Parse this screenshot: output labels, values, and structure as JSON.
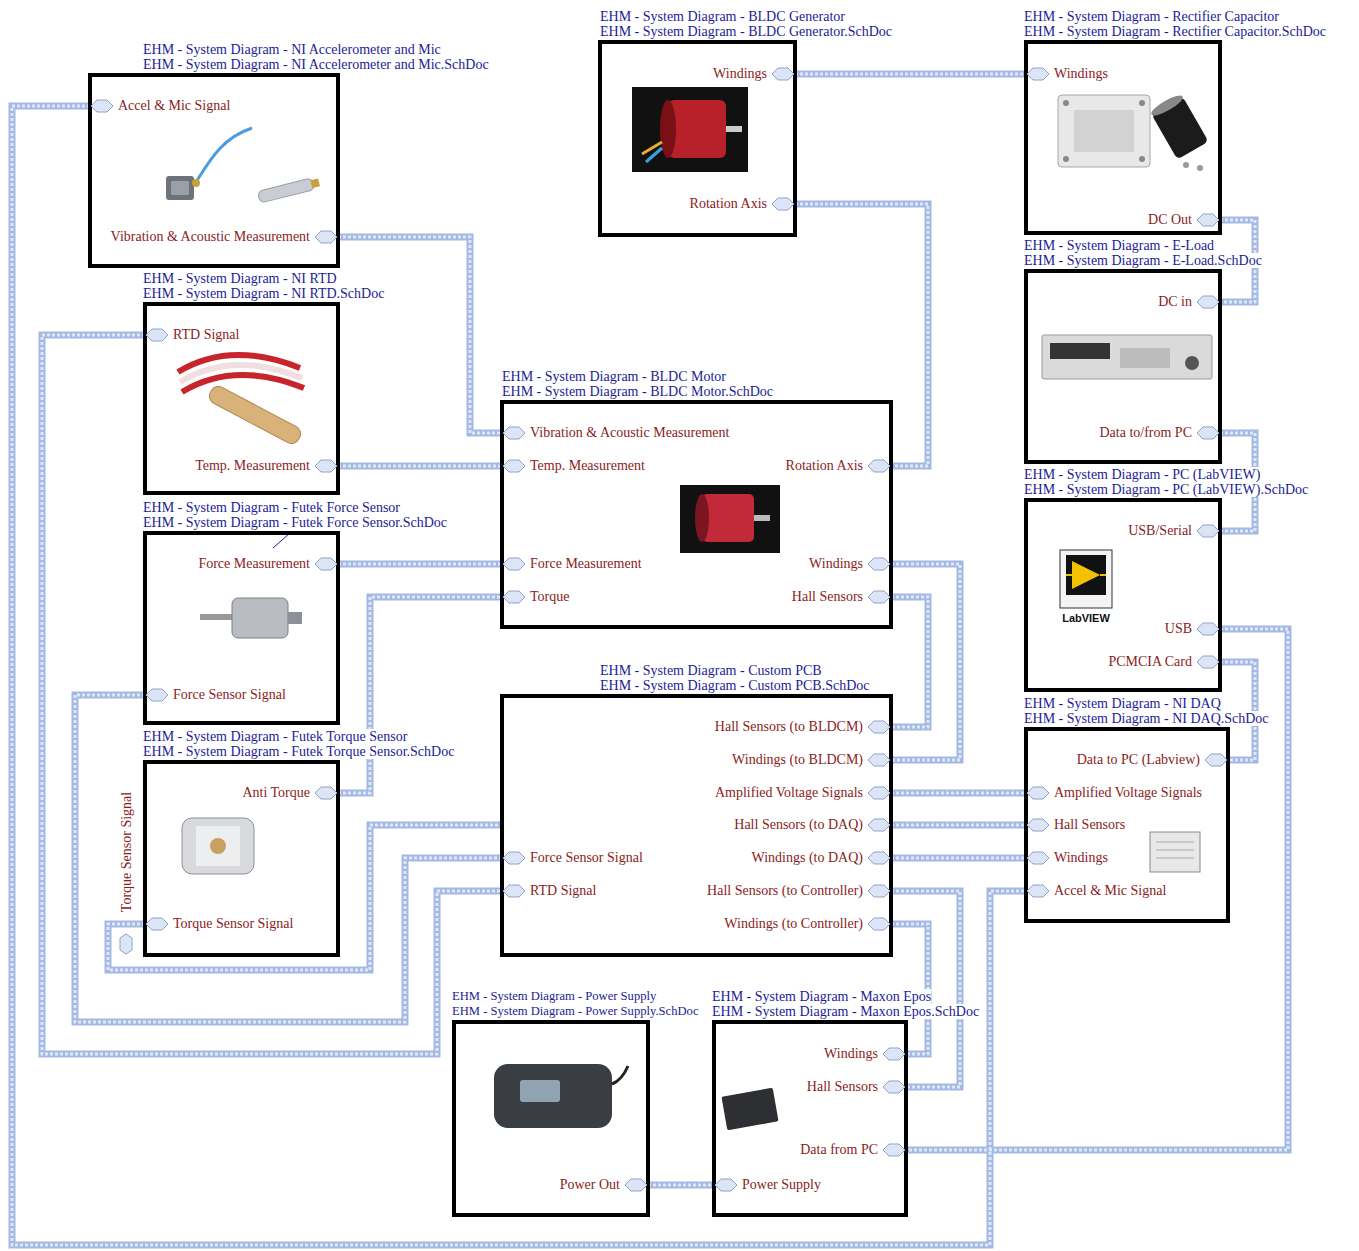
{
  "diagram": {
    "nodes": [
      {
        "text": [
          "EHM - System Diagram - BLDC Generator",
          "EHM - System Diagram - BLDC Generator.SchDoc"
        ]
      },
      {
        "text": [
          "Windings"
        ],
        "in": 0
      },
      {
        "text": [
          "Rotation Axis"
        ],
        "in": 0
      },
      {
        "text": [
          "EHM - System Diagram - Rectifier Capacitor",
          "EHM - System Diagram - Rectifier Capacitor.SchDoc"
        ]
      },
      {
        "text": [
          "Windings"
        ],
        "in": 3
      },
      {
        "text": [
          "DC Out"
        ],
        "in": 3
      },
      {
        "text": [
          "EHM - System Diagram - NI Accelerometer and Mic",
          "EHM - System Diagram - NI Accelerometer and Mic.SchDoc"
        ]
      },
      {
        "text": [
          "Accel & Mic Signal"
        ],
        "in": 6
      },
      {
        "text": [
          "Vibration & Acoustic Measurement"
        ],
        "in": 6
      },
      {
        "text": [
          "EHM - System Diagram - E-Load",
          "EHM - System Diagram - E-Load.SchDoc"
        ]
      },
      {
        "text": [
          "DC in"
        ],
        "in": 9
      },
      {
        "text": [
          "Data to/from PC"
        ],
        "in": 9
      },
      {
        "text": [
          "EHM - System Diagram - NI RTD",
          "EHM - System Diagram - NI RTD.SchDoc"
        ]
      },
      {
        "text": [
          "RTD Signal"
        ],
        "in": 12
      },
      {
        "text": [
          "Temp. Measurement"
        ],
        "in": 12
      },
      {
        "text": [
          "EHM - System Diagram - BLDC Motor",
          "EHM - System Diagram - BLDC Motor.SchDoc"
        ]
      },
      {
        "text": [
          "Vibration & Acoustic Measurement"
        ],
        "in": 15
      },
      {
        "text": [
          "Temp. Measurement"
        ],
        "in": 15
      },
      {
        "text": [
          "Rotation Axis"
        ],
        "in": 15
      },
      {
        "text": [
          "Force Measurement"
        ],
        "in": 15
      },
      {
        "text": [
          "Windings"
        ],
        "in": 15
      },
      {
        "text": [
          "Torque"
        ],
        "in": 15
      },
      {
        "text": [
          "Hall Sensors"
        ],
        "in": 15
      },
      {
        "text": [
          "EHM - System Diagram - PC (LabVIEW)",
          "EHM - System Diagram - PC (LabVIEW).SchDoc"
        ]
      },
      {
        "text": [
          "USB/Serial"
        ],
        "in": 23
      },
      {
        "text": [
          "USB"
        ],
        "in": 23
      },
      {
        "text": [
          "PCMCIA Card"
        ],
        "in": 23
      },
      {
        "text": [
          "EHM - System Diagram - Futek Force Sensor",
          "EHM - System Diagram - Futek Force Sensor.SchDoc"
        ]
      },
      {
        "text": [
          "Force Measurement"
        ],
        "in": 27
      },
      {
        "text": [
          "Force Sensor Signal"
        ],
        "in": 27
      },
      {
        "text": [
          "EHM - System Diagram - Custom PCB",
          "EHM - System Diagram - Custom PCB.SchDoc"
        ]
      },
      {
        "text": [
          "Hall Sensors (to BLDCM)"
        ],
        "in": 30
      },
      {
        "text": [
          "Windings (to BLDCM)"
        ],
        "in": 30
      },
      {
        "text": [
          "Amplified Voltage Signals"
        ],
        "in": 30
      },
      {
        "text": [
          "Hall Sensors (to DAQ)"
        ],
        "in": 30
      },
      {
        "text": [
          "Force Sensor Signal"
        ],
        "in": 30
      },
      {
        "text": [
          "Windings (to DAQ)"
        ],
        "in": 30
      },
      {
        "text": [
          "RTD Signal"
        ],
        "in": 30
      },
      {
        "text": [
          "Hall Sensors (to Controller)"
        ],
        "in": 30
      },
      {
        "text": [
          "Windings (to Controller)"
        ],
        "in": 30
      },
      {
        "text": [
          "EHM - System Diagram - NI DAQ",
          "EHM - System Diagram - NI DAQ.SchDoc"
        ]
      },
      {
        "text": [
          "Data to PC (Labview)"
        ],
        "in": 40
      },
      {
        "text": [
          "Amplified Voltage Signals"
        ],
        "in": 40
      },
      {
        "text": [
          "Hall Sensors"
        ],
        "in": 40
      },
      {
        "text": [
          "Windings"
        ],
        "in": 40
      },
      {
        "text": [
          "Accel & Mic Signal"
        ],
        "in": 40
      },
      {
        "text": [
          "EHM - System Diagram - Futek Torque Sensor",
          "EHM - System Diagram - Futek Torque Sensor.SchDoc"
        ]
      },
      {
        "text": [
          "Anti Torque"
        ],
        "in": 46
      },
      {
        "text": [
          "Torque Sensor Signal"
        ],
        "in": 46
      },
      {
        "text": [
          "EHM - System Diagram - Power Supply",
          "EHM - System Diagram - Power Supply.SchDoc"
        ]
      },
      {
        "text": [
          "Power Out"
        ],
        "in": 49
      },
      {
        "text": [
          "EHM - System Diagram - Maxon Epos",
          "EHM - System Diagram - Maxon Epos.SchDoc"
        ]
      },
      {
        "text": [
          "Windings"
        ],
        "in": 51
      },
      {
        "text": [
          "Hall Sensors"
        ],
        "in": 51
      },
      {
        "text": [
          "Data from PC"
        ],
        "in": 51
      },
      {
        "text": [
          "Power Supply"
        ],
        "in": 51
      }
    ],
    "edges": [
      {
        "from": 1,
        "to": 4,
        "arrow": "none"
      },
      {
        "from": 2,
        "to": 18,
        "arrow": "none"
      },
      {
        "from": 5,
        "to": 10,
        "arrow": "none"
      },
      {
        "from": 11,
        "to": 24,
        "arrow": "none"
      },
      {
        "from": 7,
        "to": 45,
        "arrow": "none"
      },
      {
        "from": 8,
        "to": 16,
        "arrow": "none"
      },
      {
        "from": 13,
        "to": 37,
        "arrow": "none"
      },
      {
        "from": 14,
        "to": 17,
        "arrow": "none"
      },
      {
        "from": 28,
        "to": 19,
        "arrow": "none"
      },
      {
        "from": 47,
        "to": 21,
        "arrow": "none"
      },
      {
        "from": 22,
        "to": 31,
        "arrow": "none"
      },
      {
        "from": 20,
        "to": 32,
        "arrow": "none"
      },
      {
        "from": 29,
        "to": 35,
        "arrow": "none"
      },
      {
        "from": 48,
        "to": 30,
        "arrow": "none"
      },
      {
        "from": 33,
        "to": 42,
        "arrow": "none"
      },
      {
        "from": 34,
        "to": 43,
        "arrow": "none"
      },
      {
        "from": 36,
        "to": 44,
        "arrow": "none"
      },
      {
        "from": 38,
        "to": 53,
        "arrow": "none"
      },
      {
        "from": 39,
        "to": 52,
        "arrow": "none"
      },
      {
        "from": 25,
        "to": 54,
        "arrow": "none"
      },
      {
        "from": 26,
        "to": 41,
        "arrow": "none"
      },
      {
        "from": 50,
        "to": 55,
        "arrow": "none"
      }
    ],
    "labels": [
      "Torque Sensor Signal",
      "LabVIEW"
    ]
  }
}
